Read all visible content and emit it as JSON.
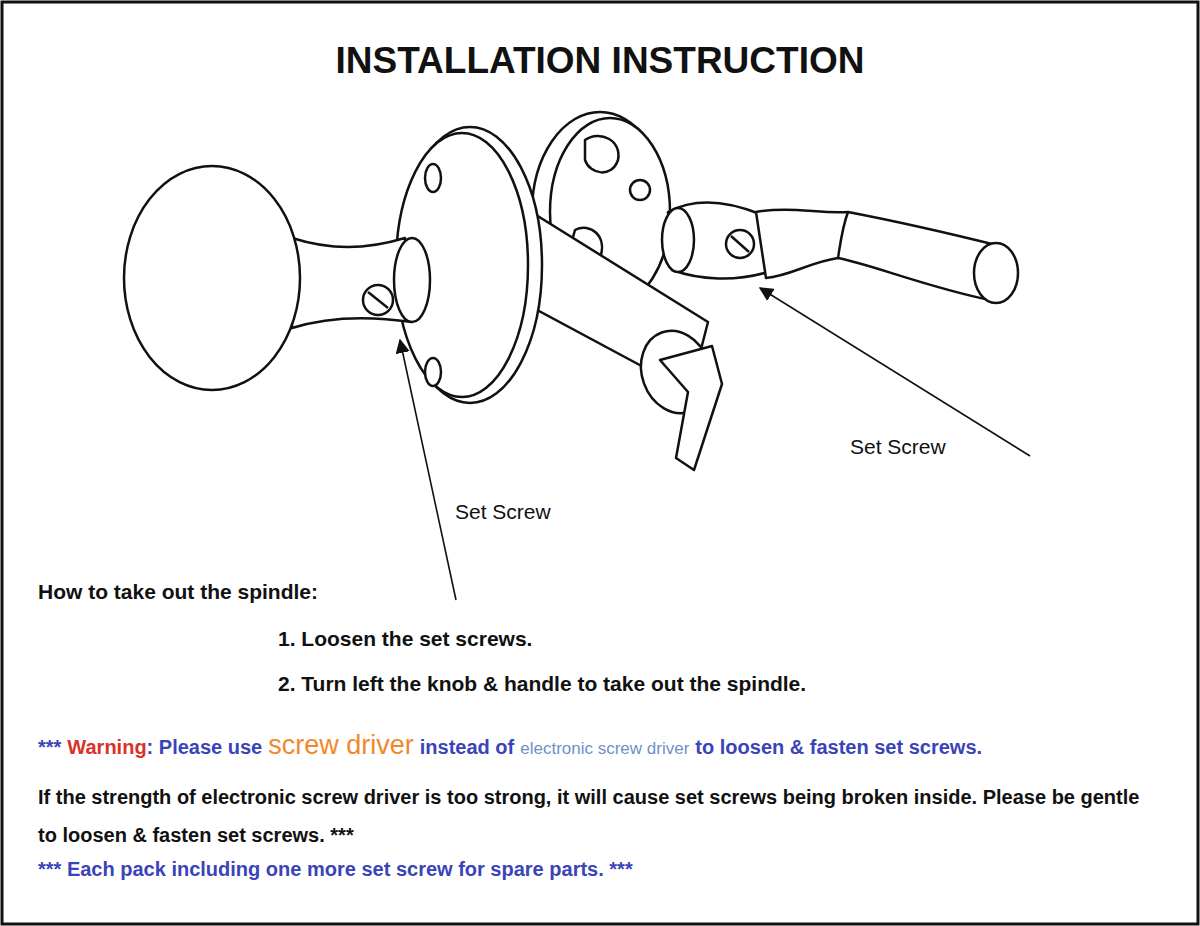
{
  "diagram": {
    "title": "INSTALLATION INSTRUCTION",
    "labels": [
      "Set Screw",
      "Set Screw",
      "How to take out the spindle:",
      "1. Loosen the set screws.",
      "2. Turn left the knob & handle to take out the spindle.",
      "***",
      "Warning",
      ": Please use",
      "screw driver",
      "instead of",
      "electronic screw driver",
      "to loosen & fasten set screws.",
      "If the strength of electronic screw driver is too strong, it will cause set screws being broken inside. Please be gentle to loosen & fasten set screws. ***",
      "*** Each pack including one more set screw for spare parts. ***"
    ]
  }
}
